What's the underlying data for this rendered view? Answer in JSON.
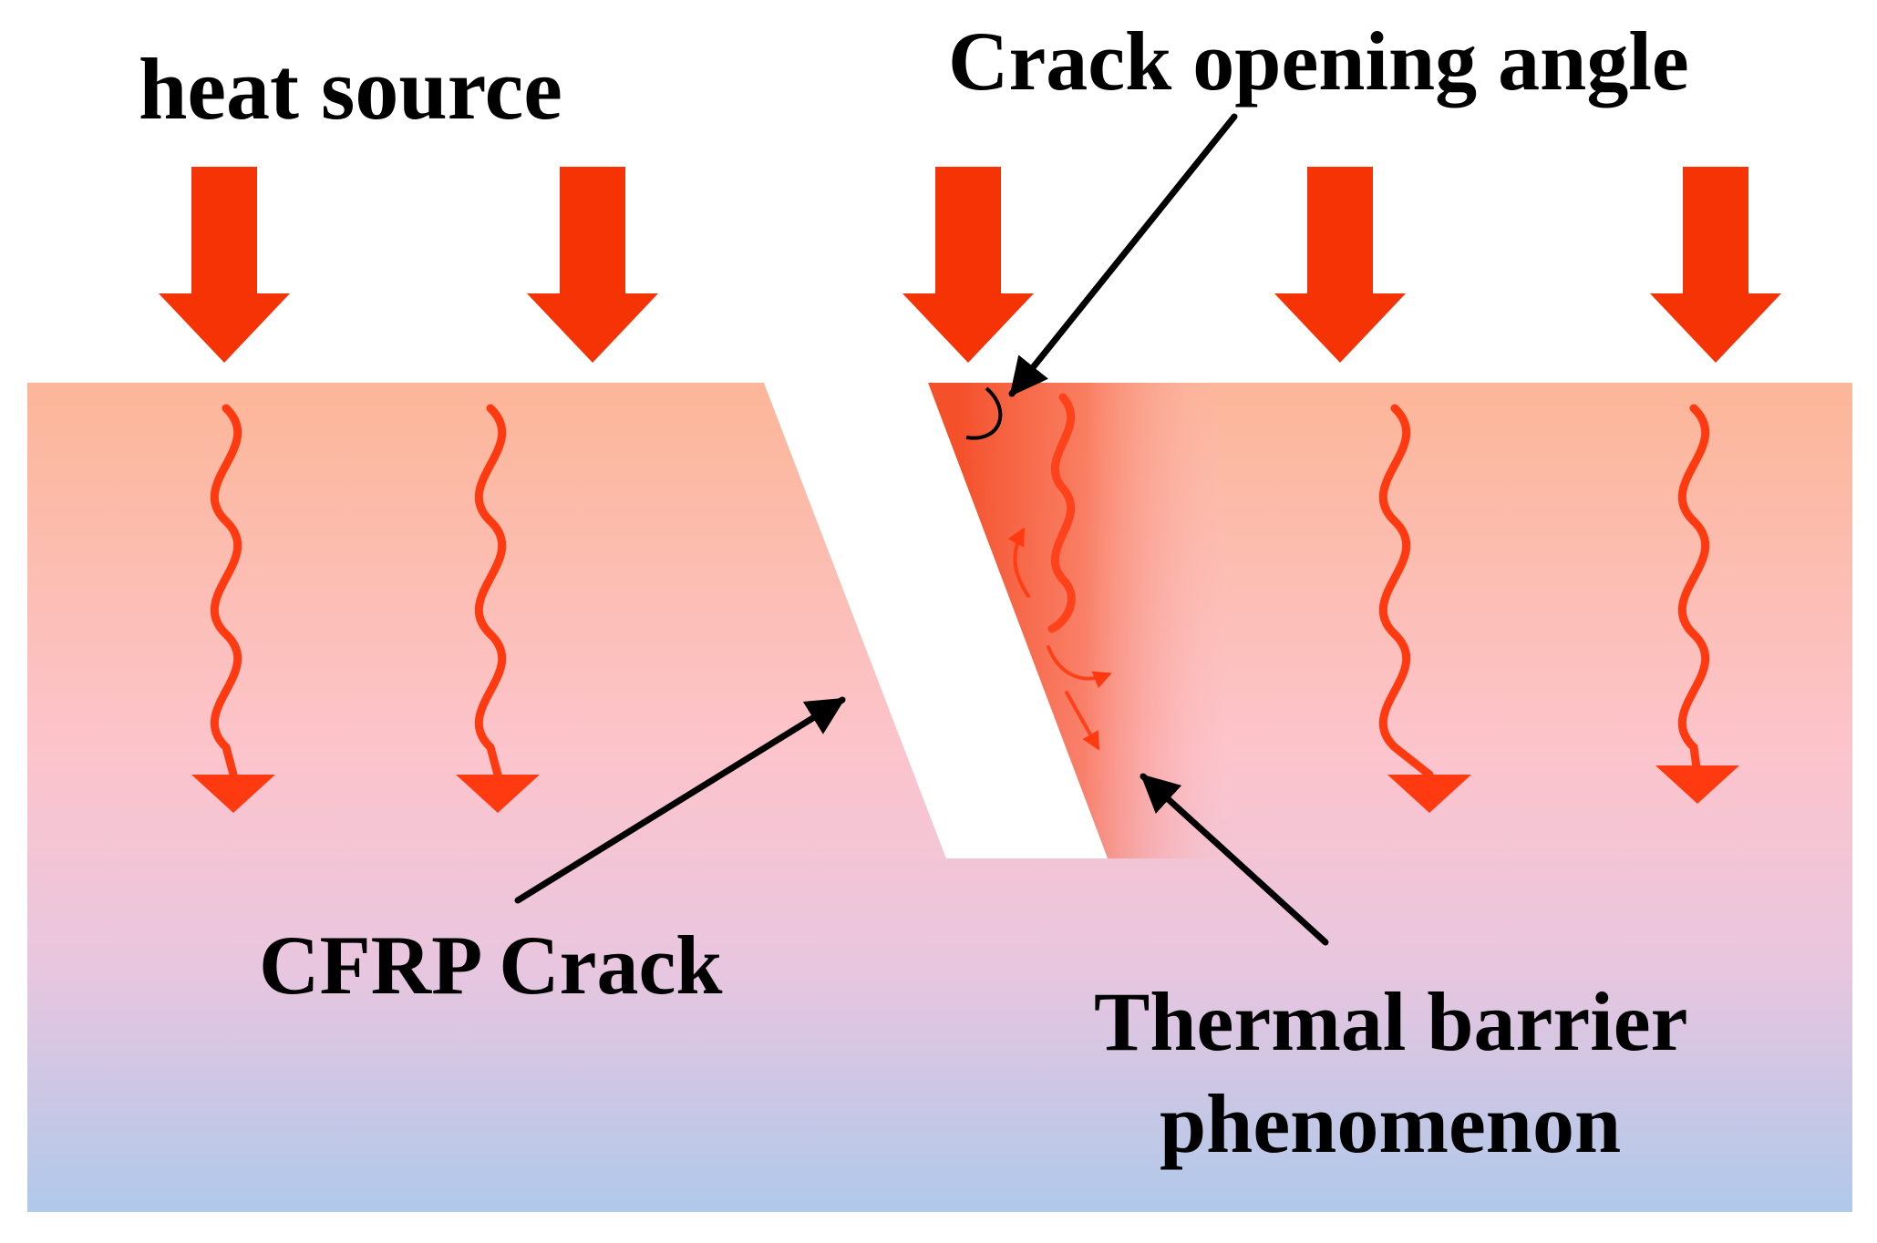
{
  "labels": {
    "heat_source": "heat source",
    "crack_opening_angle": "Crack opening angle",
    "cfrp_crack": "CFRP Crack",
    "thermal_barrier_line1": "Thermal barrier",
    "thermal_barrier_line2": "phenomenon"
  },
  "colors": {
    "heat_arrow": "#f53305",
    "heat_wave": "#ff3a10",
    "gradient_top": "#fcb698",
    "gradient_mid": "#fcc4cc",
    "gradient_low": "#e9c6df",
    "gradient_bottom": "#b0c8ea",
    "barrier_strong": "#f4502a",
    "outline": "#000000"
  },
  "icons": {
    "heat_arrow": "thick-down-arrow-icon",
    "heat_wave": "wavy-down-arrow-icon",
    "pointer": "black-pointer-arrow-icon"
  }
}
